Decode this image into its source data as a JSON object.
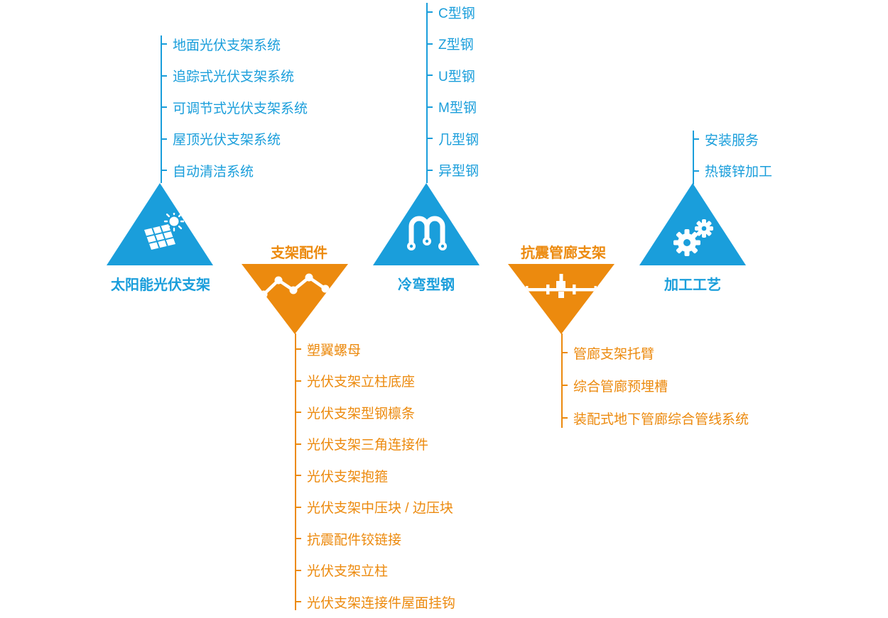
{
  "colors": {
    "blue": "#1a9edb",
    "orange": "#ec8a0e"
  },
  "categories": [
    {
      "label": "太阳能光伏支架",
      "color": "blue",
      "icon": "solar-panel-icon",
      "items": [
        "地面光伏支架系统",
        "追踪式光伏支架系统",
        "可调节式光伏支架系统",
        "屋顶光伏支架系统",
        "自动清洁系统"
      ]
    },
    {
      "label": "支架配件",
      "color": "orange",
      "icon": "zigzag-line-icon",
      "items": [
        "塑翼螺母",
        "光伏支架立柱底座",
        "光伏支架型钢檩条",
        "光伏支架三角连接件",
        "光伏支架抱箍",
        "光伏支架中压块 / 边压块",
        "抗震配件铰链接",
        "光伏支架立柱",
        "光伏支架连接件屋面挂钩"
      ]
    },
    {
      "label": "冷弯型钢",
      "color": "blue",
      "icon": "steel-profile-icon",
      "items": [
        "C型钢",
        "Z型钢",
        "U型钢",
        "M型钢",
        "几型钢",
        "异型钢"
      ]
    },
    {
      "label": "抗震管廊支架",
      "color": "orange",
      "icon": "pipe-gallery-icon",
      "items": [
        "管廊支架托臂",
        "综合管廊预埋槽",
        "装配式地下管廊综合管线系统"
      ]
    },
    {
      "label": "加工工艺",
      "color": "blue",
      "icon": "gears-icon",
      "items": [
        "安装服务",
        "热镀锌加工"
      ]
    }
  ]
}
